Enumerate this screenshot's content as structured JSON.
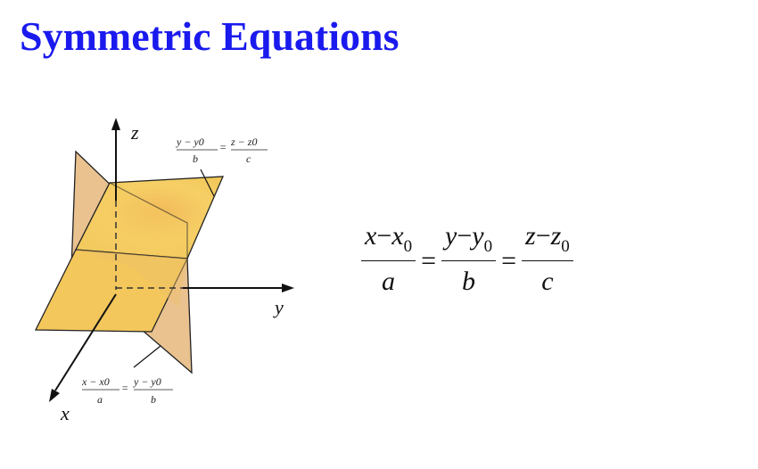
{
  "title": "Symmetric Equations",
  "diagram": {
    "axis_x": "x",
    "axis_y": "y",
    "axis_z": "z",
    "plane1_label": {
      "left_num": "y − y0",
      "left_den": "b",
      "right_num": "z − z0",
      "right_den": "c"
    },
    "plane2_label": {
      "left_num": "x − x0",
      "left_den": "a",
      "right_num": "y − y0",
      "right_den": "b"
    },
    "plane_color": "#f2c452",
    "plane_back_color": "#e8be8a"
  },
  "equation": {
    "terms": [
      {
        "num_var": "x",
        "num_sub": "0",
        "den": "a"
      },
      {
        "num_var": "y",
        "num_sub": "0",
        "den": "b"
      },
      {
        "num_var": "z",
        "num_sub": "0",
        "den": "c"
      }
    ],
    "minus": "−",
    "equals": "="
  }
}
